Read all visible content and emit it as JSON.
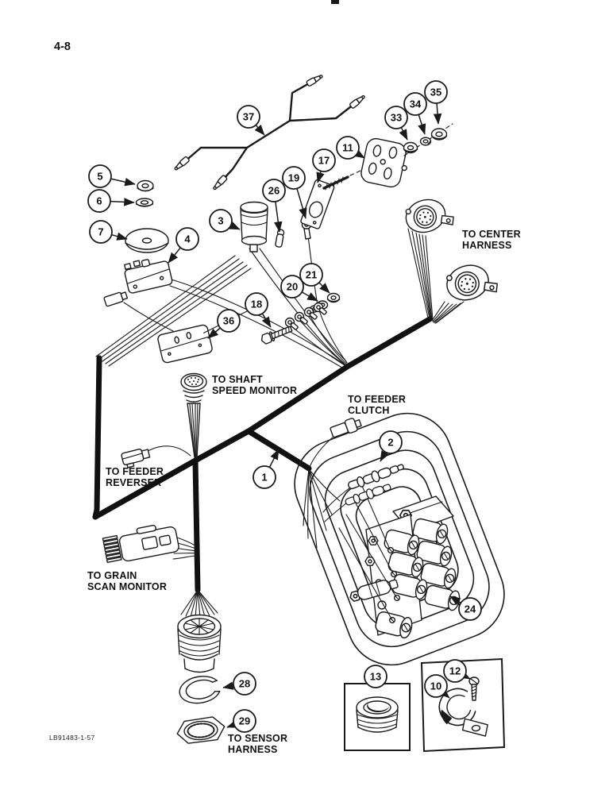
{
  "page": {
    "number": "4-8",
    "drawing_code": "LB91483-1-57"
  },
  "labels": {
    "center_harness": [
      "TO CENTER",
      "HARNESS"
    ],
    "shaft_speed": [
      "TO SHAFT",
      "SPEED MONITOR"
    ],
    "feeder_clutch": [
      "TO FEEDER",
      "CLUTCH"
    ],
    "feeder_reverser": [
      "TO FEEDER",
      "REVERSER"
    ],
    "grain_scan": [
      "TO GRAIN",
      "SCAN MONITOR"
    ],
    "sensor_harness": [
      "TO SENSOR",
      "HARNESS"
    ]
  },
  "callouts": [
    "1",
    "2",
    "3",
    "4",
    "5",
    "6",
    "7",
    "10",
    "11",
    "12",
    "13",
    "17",
    "18",
    "19",
    "20",
    "21",
    "24",
    "26",
    "28",
    "29",
    "33",
    "34",
    "35",
    "36",
    "37"
  ]
}
